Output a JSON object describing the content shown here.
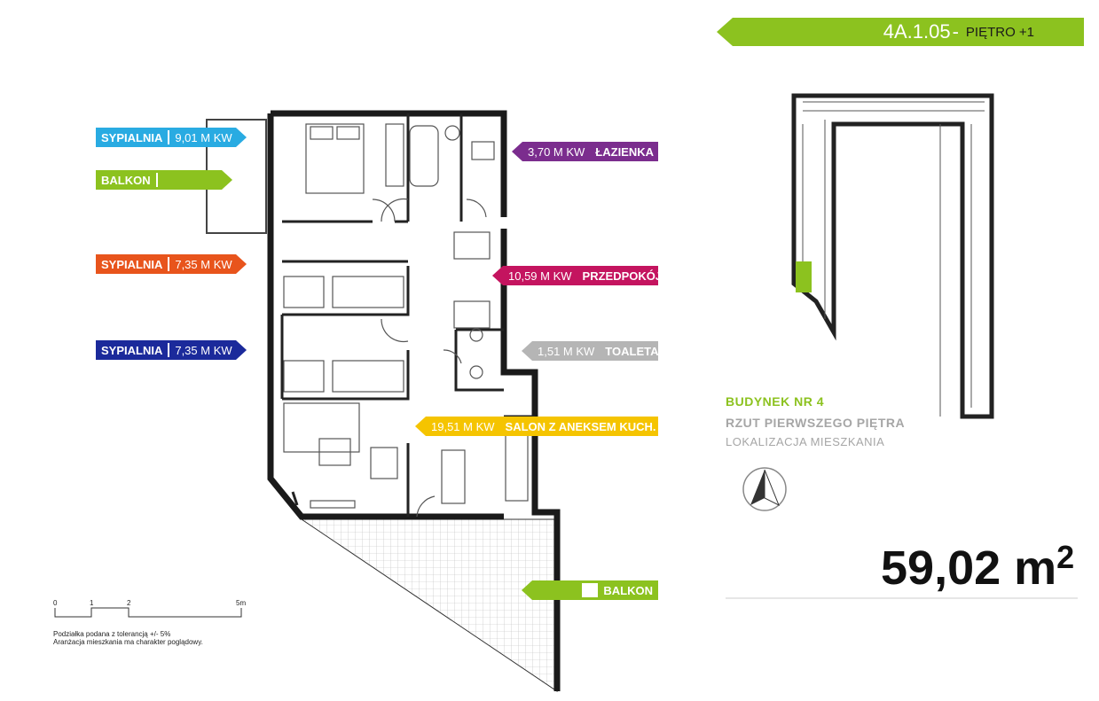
{
  "header": {
    "unit_code": "4A.1.05",
    "dash": "-",
    "floor": "PIĘTRO +1"
  },
  "rooms": [
    {
      "name": "SYPIALNIA",
      "area": "9,01 M KW",
      "color": "#29abe2"
    },
    {
      "name": "BALKON",
      "area": "",
      "color": "#8cc21f"
    },
    {
      "name": "SYPIALNIA",
      "area": "7,35 M KW",
      "color": "#e8541c"
    },
    {
      "name": "SYPIALNIA",
      "area": "7,35 M KW",
      "color": "#1b2a9b"
    },
    {
      "name": "ŁAZIENKA",
      "area": "3,70 M KW",
      "color": "#7b2d8e"
    },
    {
      "name": "PRZEDPOKÓJ",
      "area": "10,59 M KW",
      "color": "#c4145f"
    },
    {
      "name": "TOALETA",
      "area": "1,51 M KW",
      "color": "#b5b5b5"
    },
    {
      "name": "SALON Z ANEKSEM KUCH.",
      "area": "19,51 M KW",
      "color": "#f5c400"
    },
    {
      "name": "BALKON",
      "area": "",
      "color": "#8cc21f"
    }
  ],
  "building": {
    "title": "BUDYNEK NR 4",
    "subtitle": "RZUT PIERWSZEGO PIĘTRA",
    "location": "LOKALIZACJA MIESZKANIA"
  },
  "total_area": {
    "value": "59,02",
    "unit": "m",
    "sup": "2"
  },
  "scale": {
    "ticks": [
      "0",
      "1",
      "2",
      "5m"
    ],
    "note1": "Podziałka podana z tolerancją +/- 5%",
    "note2": "Aranżacja mieszkania ma charakter poglądowy."
  },
  "colors": {
    "green": "#8cc21f",
    "gray": "#a6a6a6"
  }
}
